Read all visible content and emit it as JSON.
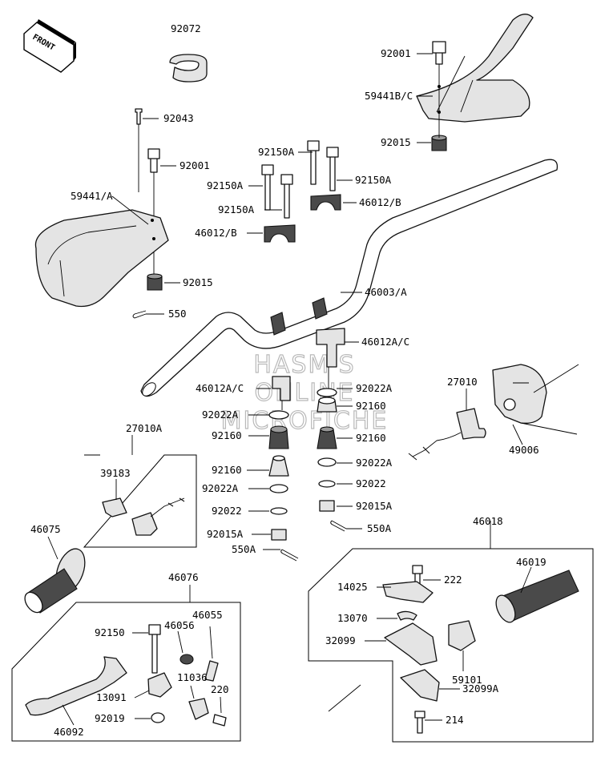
{
  "front_badge": "FRONT",
  "watermark": [
    "HASM'S",
    "ONLINE",
    "MICROFICHE"
  ],
  "labels": {
    "l92072": "92072",
    "l92001_top": "92001",
    "l59441bc": "59441B/C",
    "l92015_top": "92015",
    "l92043": "92043",
    "l92001_left": "92001",
    "l92150a_1": "92150A",
    "l92150a_2": "92150A",
    "l92150a_3": "92150A",
    "l92150a_4": "92150A",
    "l46012b_1": "46012/B",
    "l46012b_2": "46012/B",
    "l59441a": "59441/A",
    "l92015_left": "92015",
    "l550": "550",
    "l46003a": "46003/A",
    "l46012ac_r": "46012A/C",
    "l46012ac_l": "46012A/C",
    "l92022a_r1": "92022A",
    "l92160_r1": "92160",
    "l92160_r2": "92160",
    "l92022a_r2": "92022A",
    "l92022_r": "92022",
    "l92015a_r": "92015A",
    "l550a_r": "550A",
    "l92022a_l1": "92022A",
    "l92160_l1": "92160",
    "l92160_l2": "92160",
    "l92022a_l2": "92022A",
    "l92022_l": "92022",
    "l92015a_l": "92015A",
    "l550a_l": "550A",
    "l27010": "27010",
    "l49006": "49006",
    "l27010a": "27010A",
    "l39183": "39183",
    "l46075": "46075",
    "l46018": "46018",
    "l46019": "46019",
    "l14025": "14025",
    "l222": "222",
    "l13070": "13070",
    "l32099": "32099",
    "l59101": "59101",
    "l32099a": "32099A",
    "l214": "214",
    "l46076": "46076",
    "l92150": "92150",
    "l46056": "46056",
    "l46055": "46055",
    "l11036": "11036",
    "l13091": "13091",
    "l220": "220",
    "l92019": "92019",
    "l46092": "46092"
  }
}
